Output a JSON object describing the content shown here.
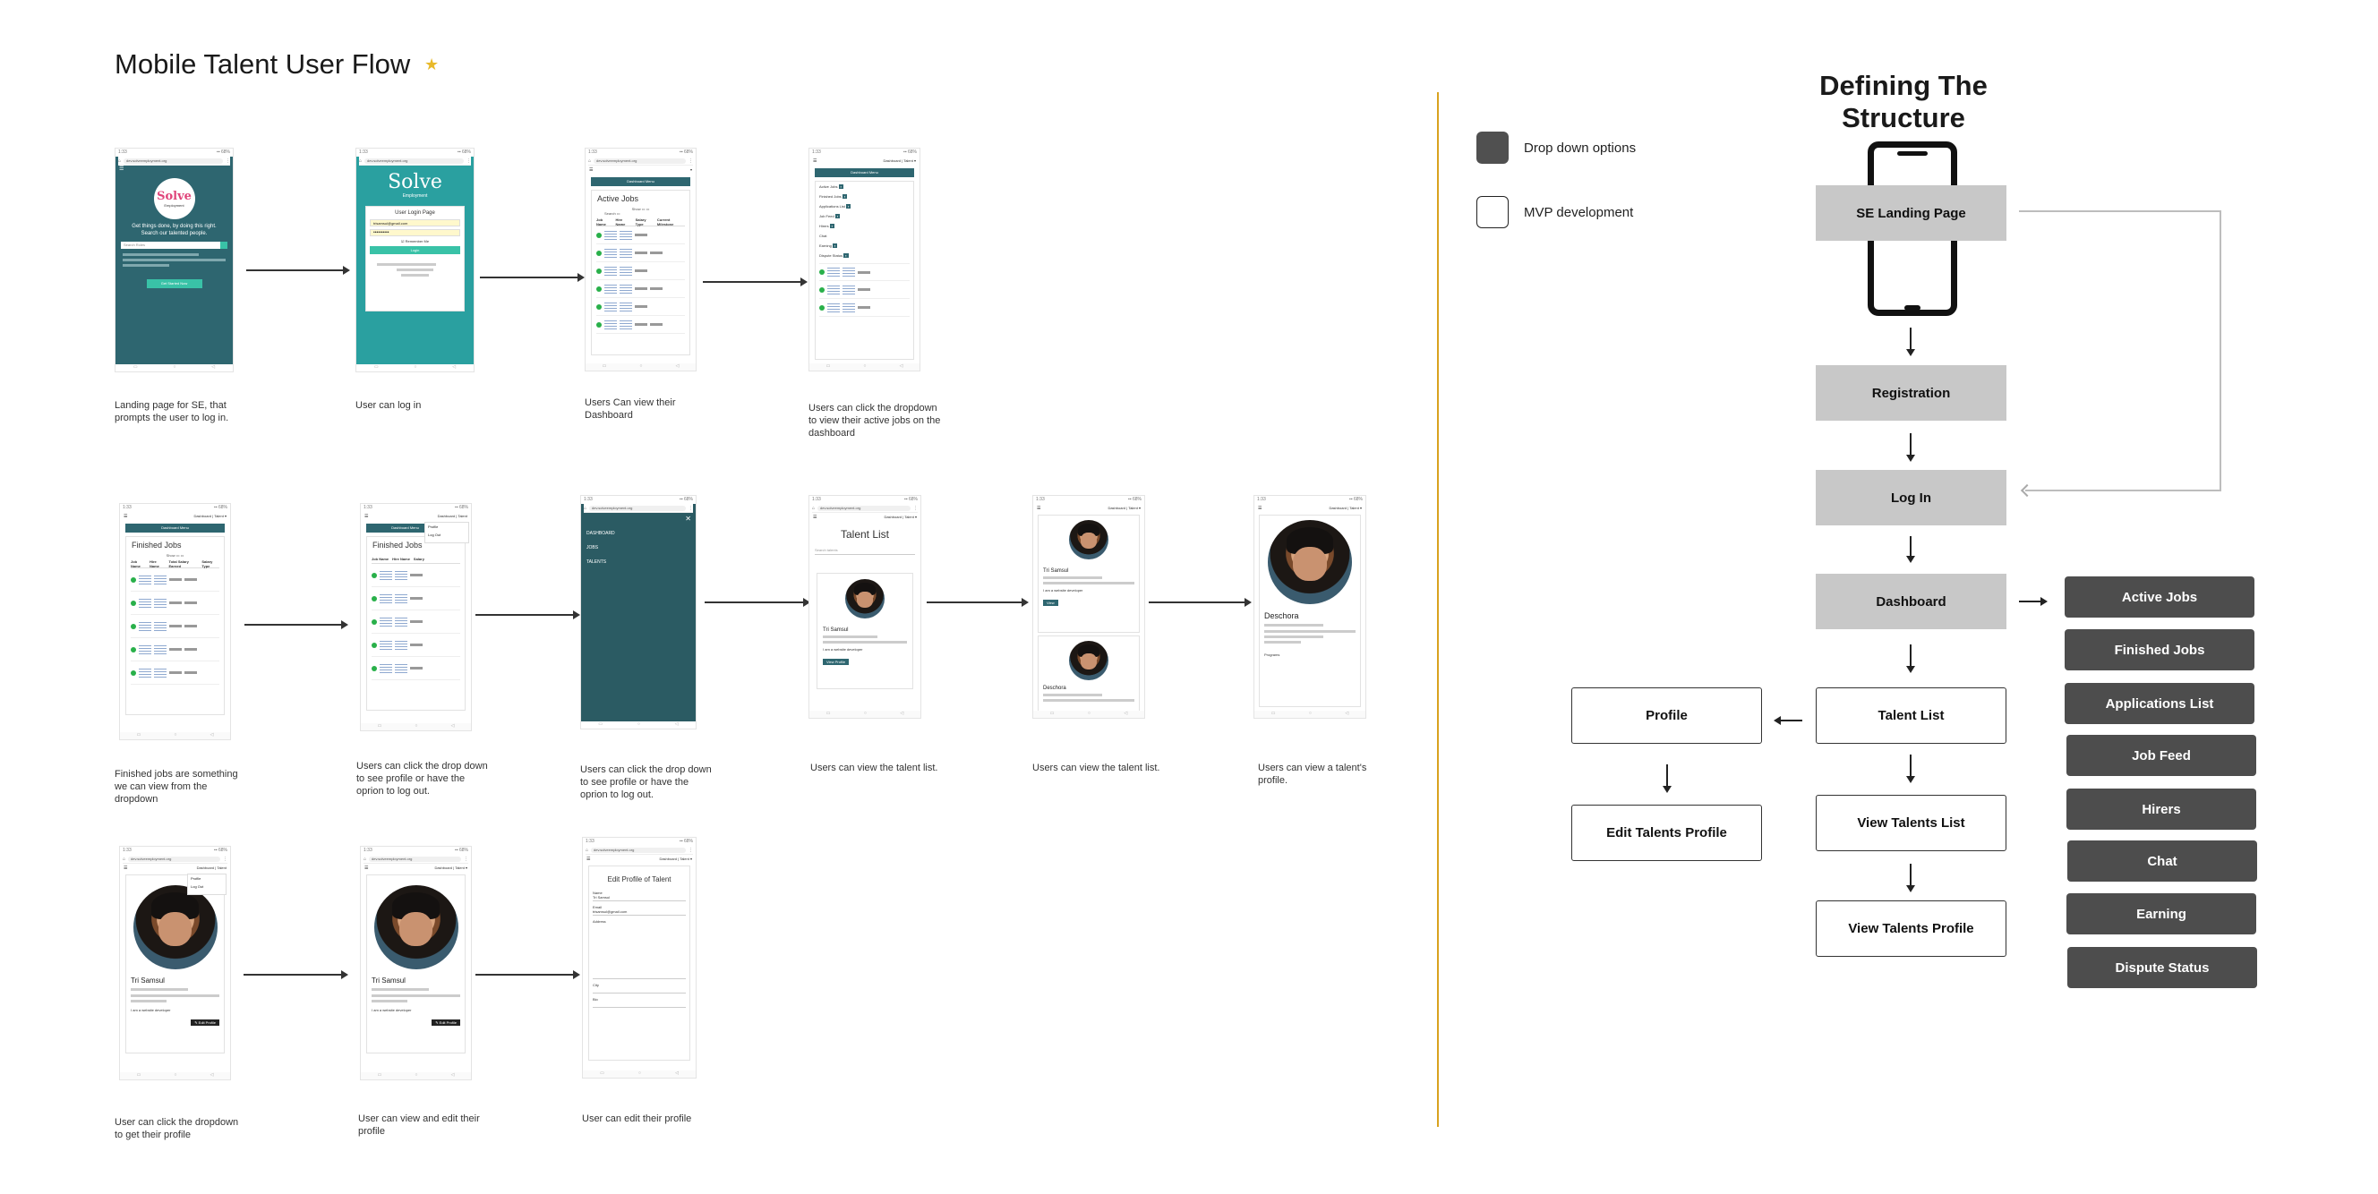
{
  "header": {
    "title": "Mobile Talent User Flow",
    "star": "★",
    "right_title": "Defining The Structure"
  },
  "legend": {
    "dropdown_label": "Drop down options",
    "mvp_label": "MVP development",
    "dropdown_color": "#505050",
    "mvp_color": "#ffffff"
  },
  "captions": {
    "c1": "Landing page for SE, that prompts the user to log in.",
    "c2": "User can log in",
    "c3": "Users Can view their Dashboard",
    "c4": "Users can click the dropdown to view their active jobs on the dashboard",
    "c5": "Finished jobs are something we can view from the dropdown",
    "c6": "Users can click the drop down to see profile or have the oprion to log out.",
    "c7": "Users can click the drop down to see profile or have the oprion to log out.",
    "c8": "Users can view the talent list.",
    "c9": "Users can view the talent list.",
    "c10": "Users can view  a talent's profile.",
    "c11": "User can click the dropdown to get their profile",
    "c12": "User can view and edit their profile",
    "c13": "User can edit their profile"
  },
  "phones": {
    "url": "dev.solveemployment.org",
    "landing": {
      "logo": "Solve",
      "logo_sub": "Employment",
      "tagline": "Get things done, by doing this right. Search our talented people.",
      "search_placeholder": "Search Roles",
      "cta": "Get Started Now"
    },
    "login": {
      "logo": "Solve",
      "logo_sub": "Employment",
      "heading": "User Login Page",
      "email": "trisamsul@gmail.com",
      "password": "••••••••••",
      "remember": "Remember Me",
      "button": "Login"
    },
    "dashboard": {
      "menu": "Dashboard Menu",
      "heading": "Active Jobs",
      "show": "Show",
      "search": "Search",
      "columns": [
        "Job Name",
        "Hire Name",
        "Salary Type",
        "Current Milestone"
      ],
      "rows": 6
    },
    "dashboard_dropdown": {
      "menu": "Dashboard Menu",
      "items": [
        "Active Jobs",
        "Finished Jobs",
        "Applications List",
        "Job Feed",
        "Hirers",
        "Chat",
        "Earning",
        "Dispute Status"
      ]
    },
    "finished": {
      "menu": "Dashboard Menu",
      "heading": "Finished Jobs",
      "columns": [
        "Job Name",
        "Hire Name",
        "Total Salary Earned",
        "Salary Type"
      ]
    },
    "finished_dropdown": {
      "user": "Dashboard | Talent",
      "items": [
        "Profile",
        "Log Out"
      ]
    },
    "nav_menu": {
      "items": [
        "DASHBOARD",
        "JOBS",
        "TALENTS"
      ],
      "close": "✕"
    },
    "talent_list": {
      "heading": "Talent List",
      "search_placeholder": "Search talents",
      "name": "Tri Samsul",
      "description": "I am a website developer",
      "button": "View Profile"
    },
    "talent_list2": {
      "name1": "Tri Samsul",
      "name2": "Deschora",
      "description": "I am a website developer"
    },
    "talent_profile": {
      "name": "Deschora",
      "label": "Programs"
    },
    "my_profile": {
      "user": "Dashboard | Talent",
      "name": "Tri Samsul",
      "description": "I am a website developer",
      "edit": "Edit Profile"
    },
    "edit_profile": {
      "heading": "Edit Profile of Talent",
      "fields": [
        "Name",
        "Email",
        "Address",
        "City",
        "Bio"
      ],
      "name": "Tri Samsul",
      "email": "trisamsul@gmail.com"
    }
  },
  "flow": {
    "landing": "SE Landing Page",
    "registration": "Registration",
    "login": "Log In",
    "dashboard": "Dashboard",
    "talent_list": "Talent List",
    "view_talents_list": "View Talents List",
    "view_talents_profile": "View Talents Profile",
    "profile": "Profile",
    "edit_profile": "Edit  Talents Profile",
    "dropdown_items": [
      "Active Jobs",
      "Finished Jobs",
      "Applications List",
      "Job Feed",
      "Hirers",
      "Chat",
      "Earning",
      "Dispute Status"
    ]
  }
}
